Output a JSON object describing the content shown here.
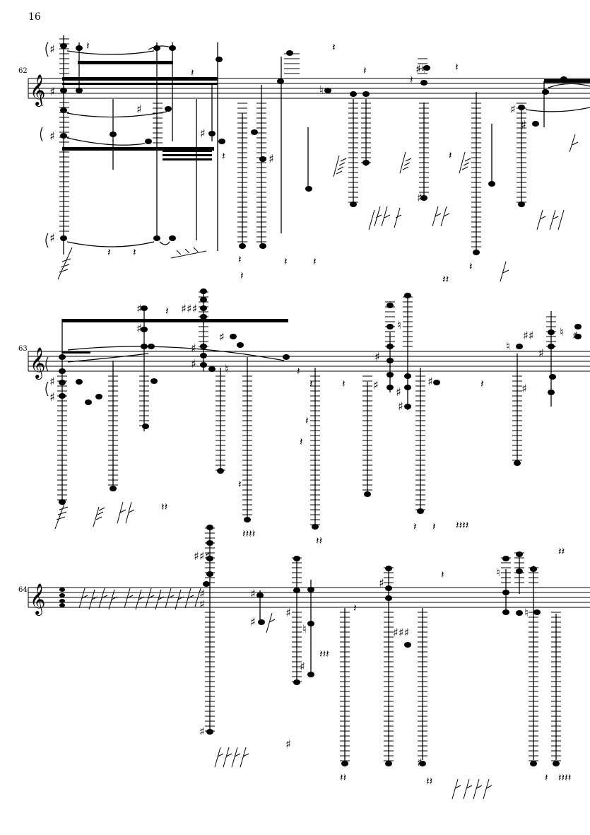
{
  "page": {
    "number": "16"
  },
  "systems": [
    {
      "measure": "62"
    },
    {
      "measure": "63"
    },
    {
      "measure": "64"
    }
  ],
  "colors": {
    "ink": "#000000",
    "paper": "#ffffff"
  },
  "glyphs": {
    "clef": "treble-clef",
    "sharp": "sharp-sign",
    "natural": "natural-sign",
    "rest": "quarter-rest"
  }
}
